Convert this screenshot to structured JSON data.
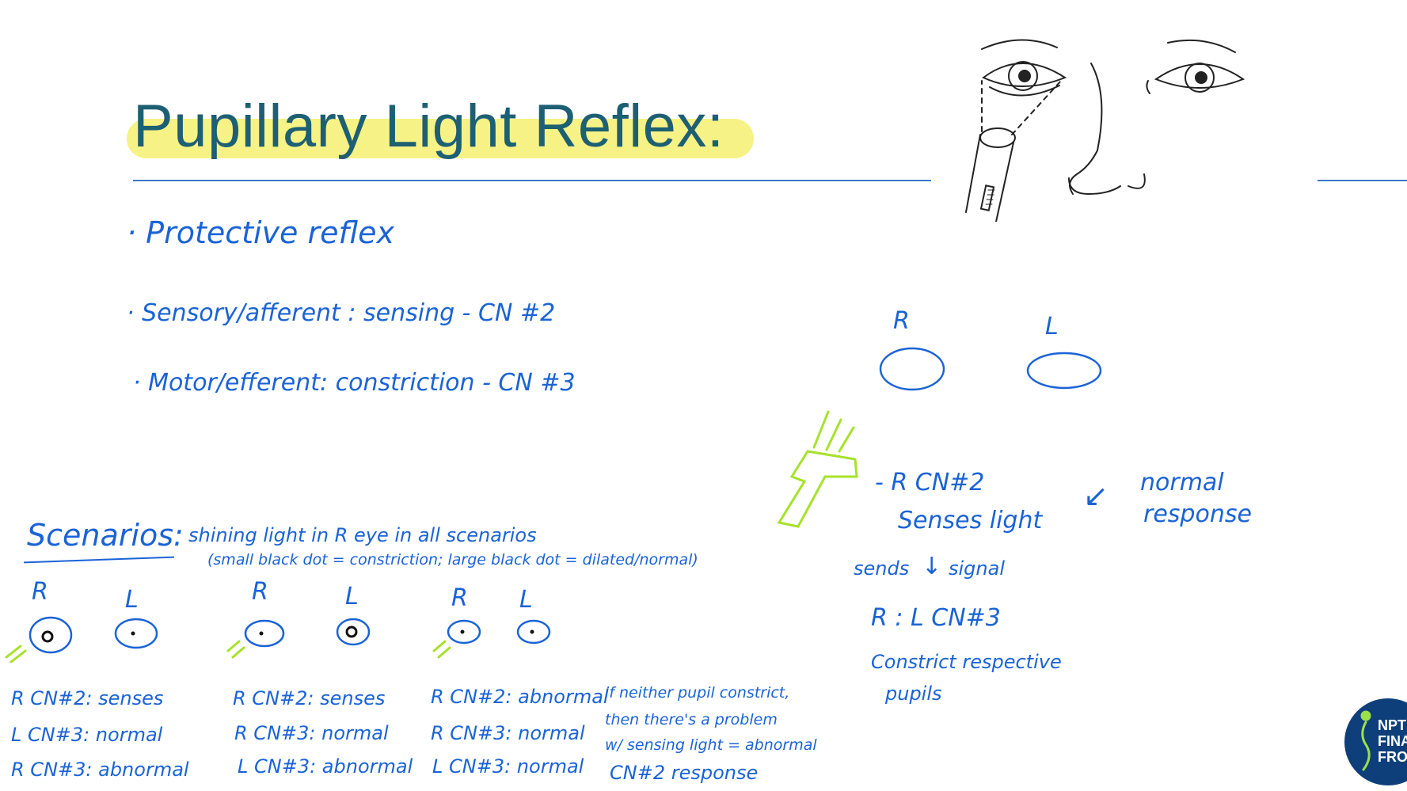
{
  "slide": {
    "title": "Pupillary Light Reflex:",
    "bullets": [
      "· Protective reflex",
      "· Sensory/afferent : sensing - CN #2",
      "· Motor/efferent: constriction - CN #3"
    ],
    "right_diagram": {
      "label_r": "R",
      "label_l": "L",
      "line1": "- R CN#2",
      "line2": "Senses light",
      "sends": "sends",
      "signal": "signal",
      "arrow_down": "↓",
      "line3": "R : L CN#3",
      "line4": "Constrict respective",
      "line5": "pupils",
      "note_arrow": "↙",
      "note": "normal",
      "note2": "response"
    },
    "scenarios": {
      "heading": "Scenarios:",
      "description": "shining light in R eye in all scenarios",
      "legend": "(small black dot = constriction; large black dot = dilated/normal)",
      "label_r": "R",
      "label_l": "L",
      "s1": [
        "R CN#2: senses",
        "L CN#3: normal",
        "R CN#3: abnormal"
      ],
      "s2": [
        "R CN#2: senses",
        "R CN#3: normal",
        "L CN#3: abnormal"
      ],
      "s3": [
        "R CN#2: abnormal",
        "R CN#3: normal",
        "L CN#3: normal"
      ],
      "note": [
        "if neither pupil constrict,",
        "then there's a problem",
        "w/ sensing light = abnormal",
        "CN#2 response"
      ]
    },
    "logo": {
      "lines": [
        "NPT",
        "FINA",
        "FRO"
      ]
    },
    "colors": {
      "title": "#1d5f73",
      "highlight": "#f7f285",
      "ink": "#1a63d6",
      "penlight": "#a6e22a",
      "rule": "#3a78c9"
    }
  }
}
